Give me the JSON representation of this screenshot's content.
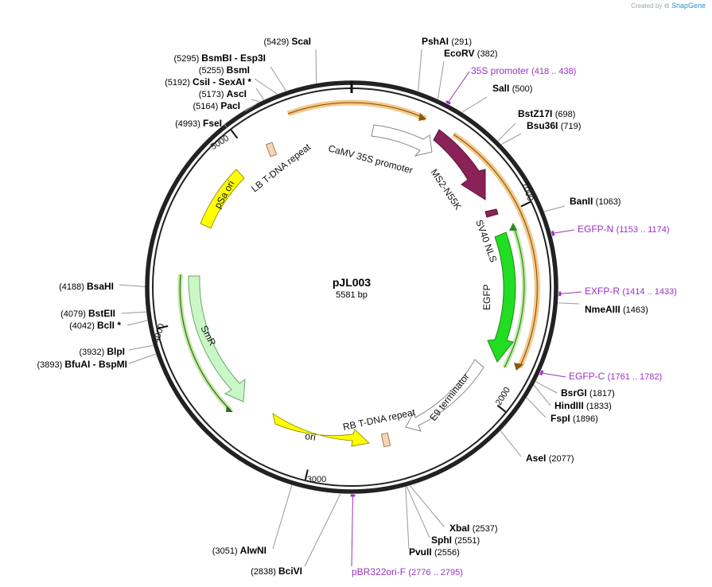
{
  "header": {
    "created_by": "Created by",
    "brand": "SnapGene"
  },
  "plasmid": {
    "name": "pJL003",
    "length_label": "5581 bp",
    "length": 5581
  },
  "ticks": [
    {
      "pos": 1000,
      "label": "1000"
    },
    {
      "pos": 2000,
      "label": "2000"
    },
    {
      "pos": 3000,
      "label": "3000"
    },
    {
      "pos": 4000,
      "label": "4000"
    },
    {
      "pos": 5000,
      "label": "5000"
    }
  ],
  "sites": [
    {
      "id": "scai",
      "pos": 5429,
      "name": "ScaI",
      "num": "(5429)",
      "side": "left"
    },
    {
      "id": "bsmbi",
      "pos": 5295,
      "name": "BsmBI",
      "name2": "Esp3I",
      "num": "(5295)",
      "side": "left"
    },
    {
      "id": "bsmi",
      "pos": 5255,
      "name": "BsmI",
      "num": "(5255)",
      "side": "left"
    },
    {
      "id": "csii",
      "pos": 5192,
      "name": "CsiI",
      "name2": "SexAI *",
      "num": "(5192)",
      "side": "left"
    },
    {
      "id": "asci",
      "pos": 5173,
      "name": "AscI",
      "num": "(5173)",
      "side": "left"
    },
    {
      "id": "paci",
      "pos": 5164,
      "name": "PacI",
      "num": "(5164)",
      "side": "left"
    },
    {
      "id": "fsei",
      "pos": 4993,
      "name": "FseI",
      "num": "(4993)",
      "side": "left"
    },
    {
      "id": "pshai",
      "pos": 291,
      "name": "PshAI",
      "num": "(291)",
      "side": "right"
    },
    {
      "id": "ecorv",
      "pos": 382,
      "name": "EcoRV",
      "num": "(382)",
      "side": "right"
    },
    {
      "id": "sali",
      "pos": 500,
      "name": "SalI",
      "num": "(500)",
      "side": "right"
    },
    {
      "id": "bstz17i",
      "pos": 698,
      "name": "BstZ17I",
      "num": "(698)",
      "side": "right"
    },
    {
      "id": "bsu36i",
      "pos": 719,
      "name": "Bsu36I",
      "num": "(719)",
      "side": "right"
    },
    {
      "id": "banii",
      "pos": 1063,
      "name": "BanII",
      "num": "(1063)",
      "side": "right"
    },
    {
      "id": "nmeaiii",
      "pos": 1463,
      "name": "NmeAIII",
      "num": "(1463)",
      "side": "right"
    },
    {
      "id": "bsrgi",
      "pos": 1817,
      "name": "BsrGI",
      "num": "(1817)",
      "side": "right"
    },
    {
      "id": "hindiii",
      "pos": 1833,
      "name": "HindIII",
      "num": "(1833)",
      "side": "right"
    },
    {
      "id": "fspi",
      "pos": 1896,
      "name": "FspI",
      "num": "(1896)",
      "side": "right"
    },
    {
      "id": "asei",
      "pos": 2077,
      "name": "AseI",
      "num": "(2077)",
      "side": "right"
    },
    {
      "id": "xbai",
      "pos": 2537,
      "name": "XbaI",
      "num": "(2537)",
      "side": "right"
    },
    {
      "id": "sphi",
      "pos": 2551,
      "name": "SphI",
      "num": "(2551)",
      "side": "right"
    },
    {
      "id": "pvuii",
      "pos": 2556,
      "name": "PvuII",
      "num": "(2556)",
      "side": "right"
    },
    {
      "id": "bcivi",
      "pos": 2838,
      "name": "BciVI",
      "num": "(2838)",
      "side": "left"
    },
    {
      "id": "alwni",
      "pos": 3051,
      "name": "AlwNI",
      "num": "(3051)",
      "side": "left"
    },
    {
      "id": "bfuai",
      "pos": 3893,
      "name": "BfuAI",
      "name2": "BspMI",
      "num": "(3893)",
      "side": "left"
    },
    {
      "id": "blpi",
      "pos": 3932,
      "name": "BlpI",
      "num": "(3932)",
      "side": "left"
    },
    {
      "id": "bcli",
      "pos": 4042,
      "name": "BclI *",
      "num": "(4042)",
      "side": "left"
    },
    {
      "id": "bsteii",
      "pos": 4079,
      "name": "BstEII",
      "num": "(4079)",
      "side": "left"
    },
    {
      "id": "bsahi",
      "pos": 4188,
      "name": "BsaHI",
      "num": "(4188)",
      "side": "left"
    }
  ],
  "primers": [
    {
      "id": "35s-promoter-primer",
      "name": "35S promoter",
      "range": "(418 .. 438)",
      "start": 418,
      "end": 438
    },
    {
      "id": "egfp-n",
      "name": "EGFP-N",
      "range": "(1153 .. 1174)",
      "start": 1153,
      "end": 1174
    },
    {
      "id": "exfp-r",
      "name": "EXFP-R",
      "range": "(1414 .. 1433)",
      "start": 1414,
      "end": 1433
    },
    {
      "id": "egfp-c",
      "name": "EGFP-C",
      "range": "(1761 .. 1782)",
      "start": 1761,
      "end": 1782
    },
    {
      "id": "pbr322ori-f",
      "name": "pBR322ori-F",
      "range": "(2776 .. 2795)",
      "start": 2776,
      "end": 2795
    }
  ],
  "features": [
    {
      "id": "camv-35s-promoter",
      "label": "CaMV 35S promoter",
      "color": "#ffffff",
      "stroke": "#888888"
    },
    {
      "id": "ms2-n55k",
      "label": "MS2-N55K",
      "color": "#8b2257",
      "stroke": "#5a1236"
    },
    {
      "id": "sv40-nls",
      "label": "SV40 NLS",
      "color": "#8b2257",
      "stroke": "#5a1236"
    },
    {
      "id": "egfp",
      "label": "EGFP",
      "color": "#22dd22",
      "stroke": "#1a8a1a"
    },
    {
      "id": "e9-terminator",
      "label": "E9 terminator",
      "color": "#ffffff",
      "stroke": "#888888"
    },
    {
      "id": "rb-tdna-repeat",
      "label": "RB T-DNA repeat",
      "color": "#f2d6b8",
      "stroke": "#a87a50"
    },
    {
      "id": "ori",
      "label": "ori",
      "color": "#ffff00",
      "stroke": "#9a9a00"
    },
    {
      "id": "smr",
      "label": "SmR",
      "color": "#c9f7c6",
      "stroke": "#6aa86a"
    },
    {
      "id": "psa-ori",
      "label": "pSa ori",
      "color": "#ffff00",
      "stroke": "#9a9a00"
    },
    {
      "id": "lb-tdna-repeat",
      "label": "LB T-DNA repeat",
      "color": "#f2d6b8",
      "stroke": "#a87a50"
    }
  ],
  "colors": {
    "primer": "#9b2fc7",
    "orf": "#e8a33a",
    "orf_inner": "#8a5a10",
    "backbone": "#222222"
  }
}
